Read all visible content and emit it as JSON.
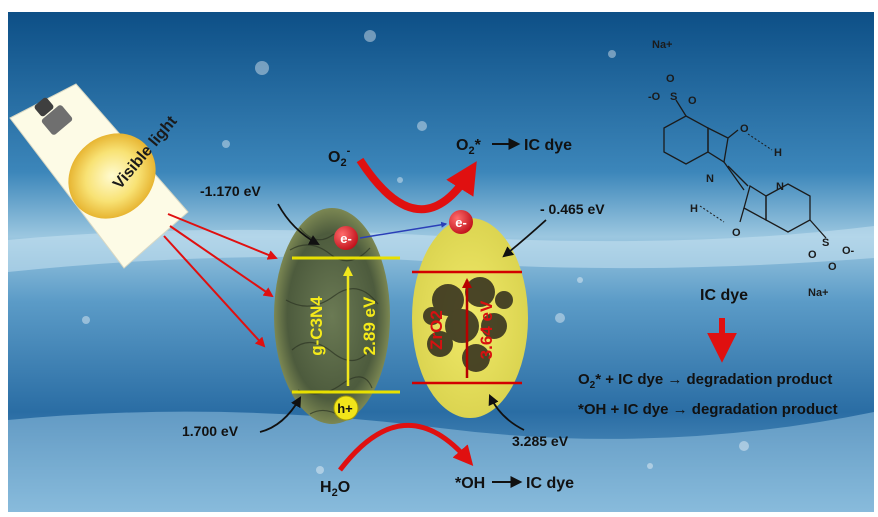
{
  "lamp": {
    "label": "Visible light"
  },
  "gcn": {
    "cb_potential": "-1.170 eV",
    "vb_potential": "1.700 eV",
    "name": "g-C3N4",
    "gap": "2.89 eV",
    "electron": "e-",
    "hole": "h+"
  },
  "zro2": {
    "cb_potential": "- 0.465 eV",
    "vb_potential": "3.285 eV",
    "name": "ZrO2",
    "gap": "3.64 eV",
    "electron": "e-"
  },
  "reactions": {
    "o2_reactant": "O2-",
    "o2_product": "O2*",
    "o2_target": "IC dye",
    "h2o_reactant": "H2O",
    "oh_product": "*OH",
    "oh_target": "IC dye"
  },
  "degradation": {
    "heading": "IC dye",
    "eq1_radical": "O2*",
    "eq1_rest": " +  IC dye → degradation product",
    "eq2": "*OH +  IC dye → degradation product"
  },
  "molecule": {
    "na_top": "Na+",
    "na_bottom": "Na+",
    "o_top1": "O",
    "o_top2": "O",
    "o_top3": "-O",
    "o_bot1": "O",
    "o_bot2": "O",
    "o_bot3": "O-",
    "s_top": "S",
    "s_bot": "S",
    "carbonyl_top": "O",
    "carbonyl_bot": "O",
    "n_left": "N",
    "n_right": "N",
    "h_top": "H",
    "h_bot": "H"
  },
  "colors": {
    "band_line_gcn": "#e8e000",
    "band_line_zro2": "#d20000",
    "arrow_red": "#e01010",
    "electron_fill": "#d8151e",
    "hole_fill": "#f1e51a"
  }
}
